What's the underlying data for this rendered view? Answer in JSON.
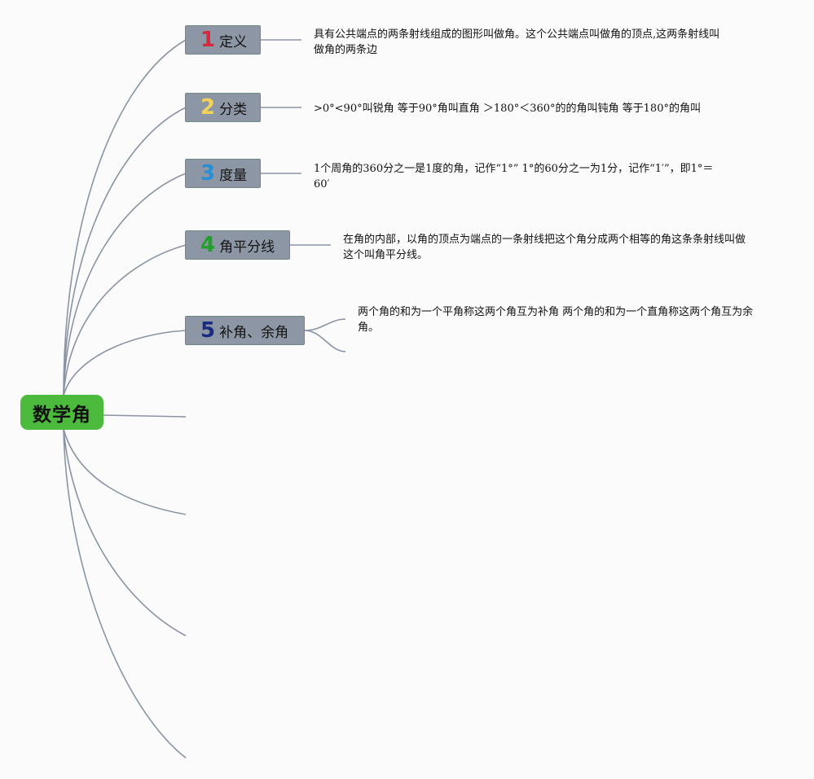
{
  "root": {
    "label": "数学角",
    "color": "#4cba3c"
  },
  "branches": [
    {
      "number": "1",
      "number_color": "#d9283c",
      "label": "定义",
      "note": "具有公共端点的两条射线组成的图形叫做角。这个公共端点叫做角的顶点,这两条射线叫做角的两条边"
    },
    {
      "number": "2",
      "number_color": "#f3d35a",
      "label": "分类",
      "note": ">0°<90°叫锐角 等于90°角叫直角 ＞180°＜360°的的角叫钝角 等于180°的角叫"
    },
    {
      "number": "3",
      "number_color": "#2a8ed6",
      "label": "度量",
      "note": "1个周角的360分之一是1度的角，记作“1°” 1°的60分之一为1分，记作“1′”，即1°＝60′"
    },
    {
      "number": "4",
      "number_color": "#22a02c",
      "label": "角平分线",
      "note": "在角的内部，以角的顶点为端点的一条射线把这个角分成两个相等的角这条条射线叫做这个叫角平分线。"
    },
    {
      "number": "5",
      "number_color": "#1c2b80",
      "label": "补角、余角",
      "note": "两个角的和为一个平角称这两个角互为补角 两个角的和为一个直角称这两个角互为余角。"
    }
  ]
}
